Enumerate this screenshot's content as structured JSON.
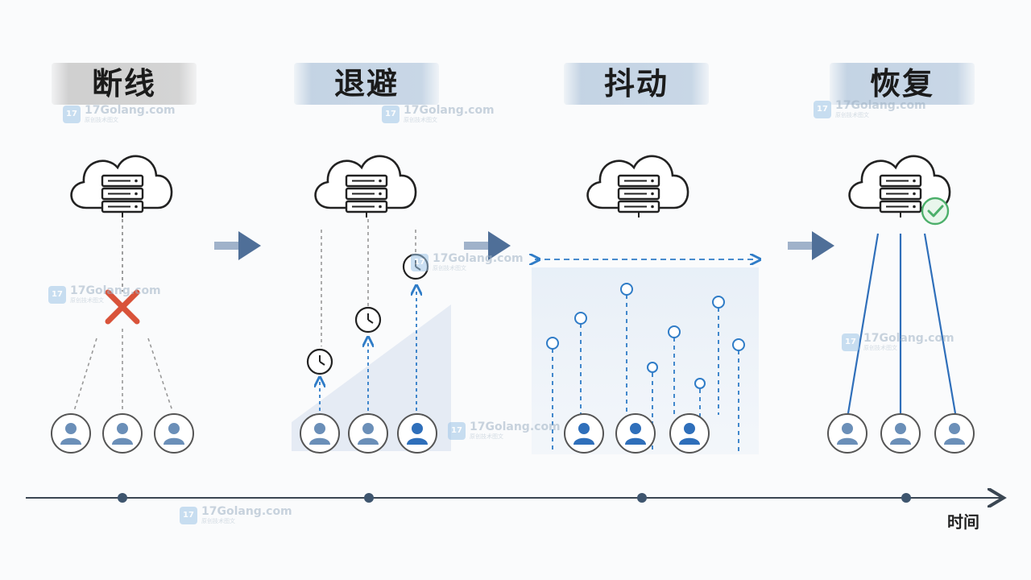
{
  "stages": [
    {
      "id": "disconnect",
      "title": "断线"
    },
    {
      "id": "backoff",
      "title": "退避"
    },
    {
      "id": "jitter",
      "title": "抖动"
    },
    {
      "id": "recover",
      "title": "恢复"
    }
  ],
  "axis": {
    "label": "时间"
  },
  "watermark": {
    "text": "17Golang.com",
    "sub": "原创技术图文",
    "logo": "17"
  },
  "colors": {
    "accent": "#2f7cc7",
    "arrow": "#5577a0",
    "error": "#d9533a",
    "success": "#4caf6a",
    "line": "#3a4652"
  }
}
